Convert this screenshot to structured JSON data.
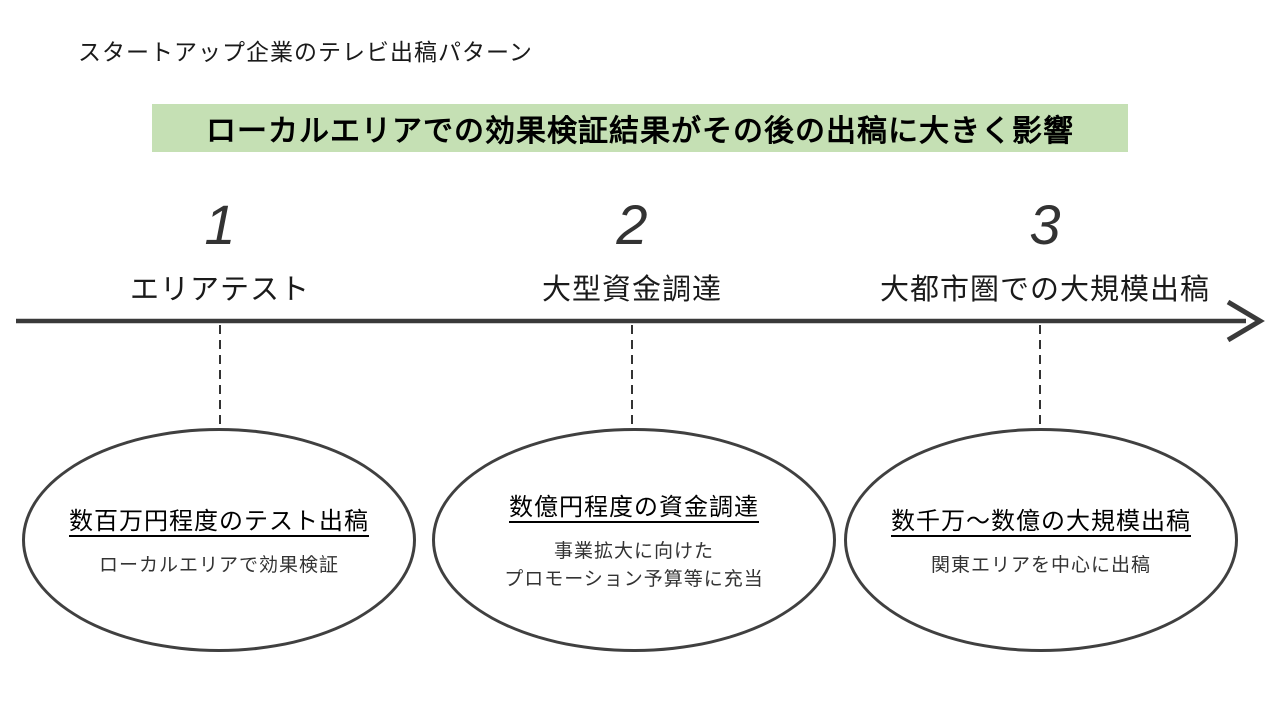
{
  "slide": {
    "title": "スタートアップ企業のテレビ出稿パターン",
    "banner": "ローカルエリアでの効果検証結果がその後の出稿に大きく影響"
  },
  "timeline": {
    "steps": [
      {
        "number": "1",
        "label": "エリアテスト"
      },
      {
        "number": "2",
        "label": "大型資金調達"
      },
      {
        "number": "3",
        "label": "大都市圏での大規模出稿"
      }
    ]
  },
  "ellipses": [
    {
      "heading": "数百万円程度のテスト出稿",
      "lines": [
        "ローカルエリアで効果検証"
      ]
    },
    {
      "heading": "数億円程度の資金調達",
      "lines": [
        "事業拡大に向けた",
        "プロモーション予算等に充当"
      ]
    },
    {
      "heading": "数千万～数億の大規模出稿",
      "lines": [
        "関東エリアを中心に出稿"
      ]
    }
  ],
  "colors": {
    "banner_bg": "#c5e0b4",
    "line": "#3a3a3a",
    "text": "#1a1a1a"
  }
}
